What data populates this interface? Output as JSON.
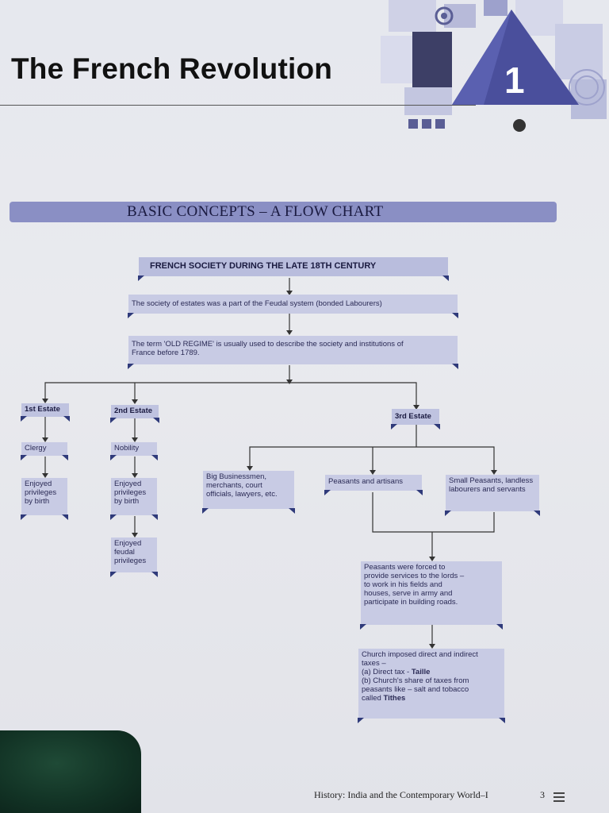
{
  "header": {
    "title": "The French Revolution",
    "chapter_number": "1"
  },
  "banner": {
    "text": "BASIC CONCEPTS – A FLOW CHART"
  },
  "flow": {
    "top": "FRENCH SOCIETY DURING THE LATE 18TH CENTURY",
    "step1": "The society of estates was a part of the Feudal system (bonded Labourers)",
    "step2": "The term 'OLD REGIME' is usually used to describe the society and institutions of France before 1789.",
    "estate1": {
      "title": "1st Estate",
      "member": "Clergy",
      "privilege": "Enjoyed privileges by birth"
    },
    "estate2": {
      "title": "2nd Estate",
      "member": "Nobility",
      "privilege": "Enjoyed privileges by birth",
      "extra": "Enjoyed feudal privileges"
    },
    "estate3": {
      "title": "3rd Estate",
      "group1": "Big Businessmen, merchants, court officials, lawyers, etc.",
      "group2": "Peasants and artisans",
      "group3": "Small Peasants, landless labourers and servants",
      "services": "Peasants were forced to provide services to the lords – to work in his fields and houses, serve in army and participate in building roads.",
      "taxes_intro": "Church imposed direct and indirect taxes –",
      "tax_a_prefix": "(a) Direct tax - ",
      "tax_a_name": "Taille",
      "tax_b_prefix": "(b) Church's share of taxes from peasants like – salt and tobacco called ",
      "tax_b_name": "Tithes"
    }
  },
  "footer": {
    "book": "History: India and the Contemporary World–I",
    "page": "3"
  },
  "colors": {
    "box": "#c8cbe4",
    "banner": "#8a8fc4",
    "accent": "#2f3a7a"
  }
}
